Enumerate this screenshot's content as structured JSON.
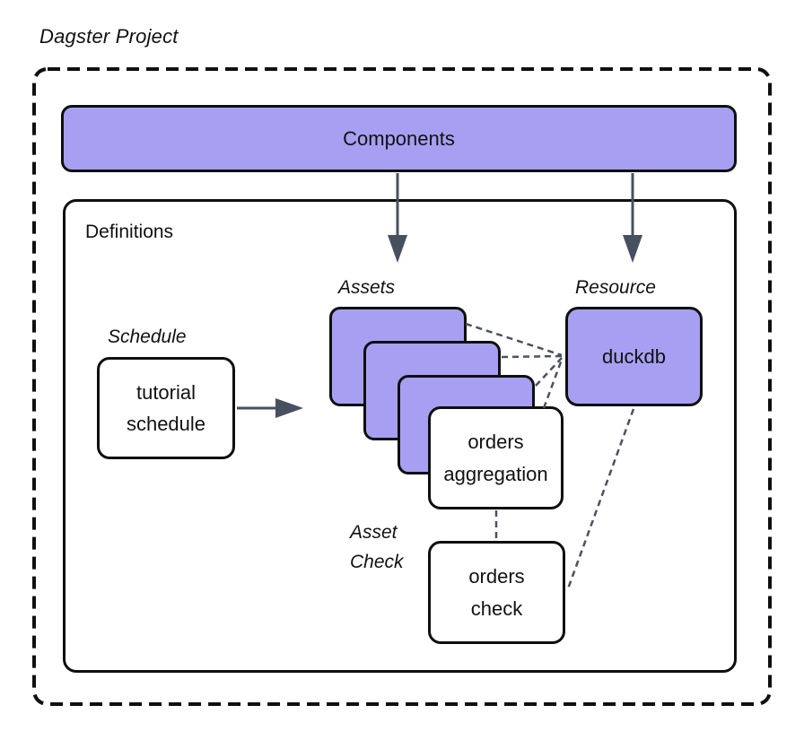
{
  "title": "Dagster Project",
  "components": {
    "label": "Components"
  },
  "definitions": {
    "label": "Definitions",
    "schedule": {
      "section_label": "Schedule",
      "node_label": "tutorial\nschedule"
    },
    "assets": {
      "section_label": "Assets",
      "stack_count": 3,
      "node_label": "orders\naggregation"
    },
    "resource": {
      "section_label": "Resource",
      "node_label": "duckdb"
    },
    "asset_check": {
      "section_label": "Asset\nCheck",
      "node_label": "orders\ncheck"
    }
  },
  "colors": {
    "node_fill_purple": "#a7a0f2",
    "stroke_dark": "#0f0f0f",
    "arrow": "#47505e",
    "dashed_link": "#4a5260",
    "background": "#ffffff"
  }
}
